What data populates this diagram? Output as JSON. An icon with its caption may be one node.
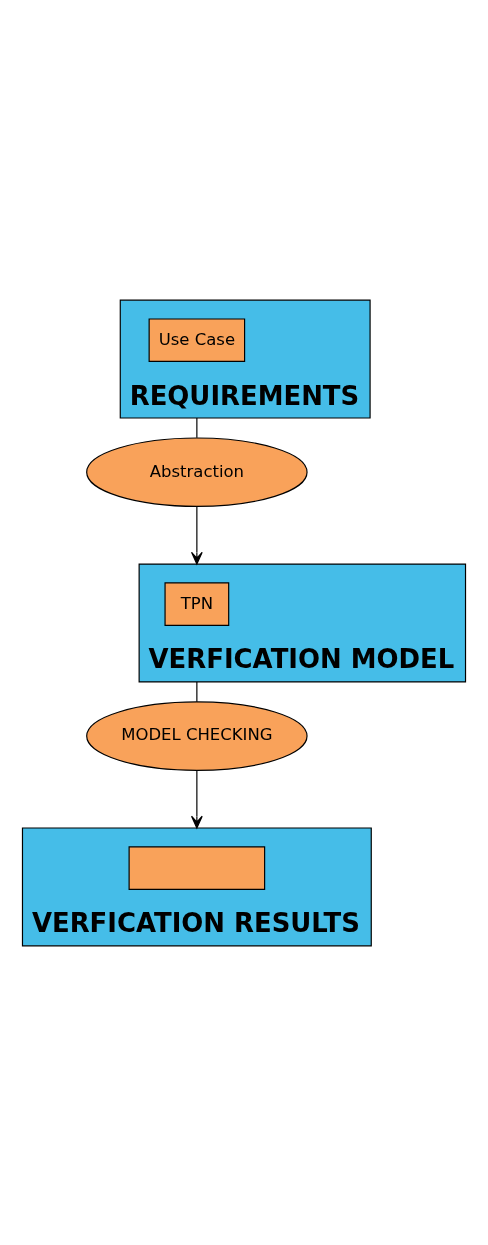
{
  "diagram": {
    "nodes": [
      {
        "text": [
          "REQUIREMENTS"
        ]
      },
      {
        "text": [
          "Use Case"
        ],
        "in": 0
      },
      {
        "text": [
          "Abstraction"
        ]
      },
      {
        "text": [
          "VERFICATION MODEL"
        ]
      },
      {
        "text": [
          "TPN"
        ],
        "in": 3
      },
      {
        "text": [
          "MODEL CHECKING"
        ]
      },
      {
        "text": [
          "VERFICATION RESULTS"
        ]
      },
      {
        "text": [],
        "shape": "box",
        "in": 6
      }
    ],
    "edges": [
      {
        "from": 0,
        "to": 2,
        "arrow": "none"
      },
      {
        "from": 2,
        "to": 3,
        "arrow": "to"
      },
      {
        "from": 3,
        "to": 5,
        "arrow": "none"
      },
      {
        "from": 5,
        "to": 6,
        "arrow": "to"
      }
    ]
  }
}
